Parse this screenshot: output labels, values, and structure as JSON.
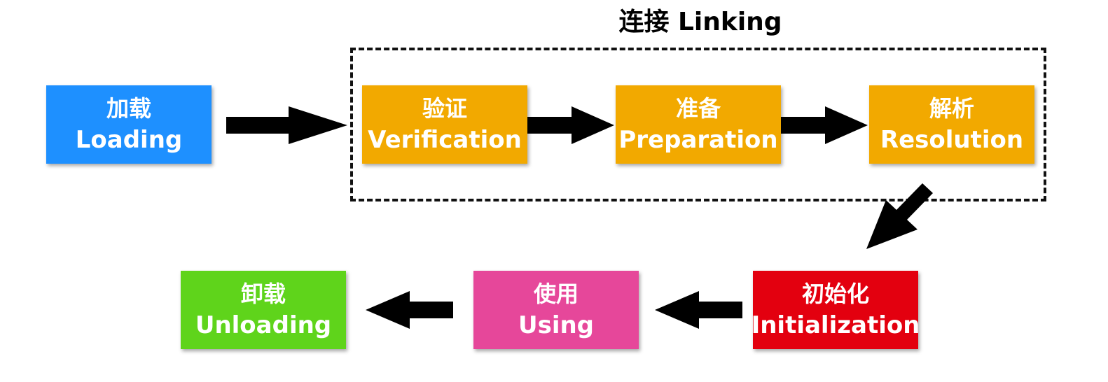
{
  "group": {
    "title": "连接 Linking"
  },
  "stages": {
    "loading": {
      "cn": "加载",
      "en": "Loading",
      "color": "#1e90ff"
    },
    "verification": {
      "cn": "验证",
      "en": "Verification",
      "color": "#f2a900"
    },
    "preparation": {
      "cn": "准备",
      "en": "Preparation",
      "color": "#f2a900"
    },
    "resolution": {
      "cn": "解析",
      "en": "Resolution",
      "color": "#f2a900"
    },
    "initialization": {
      "cn": "初始化",
      "en": "Initialization",
      "color": "#e3000f"
    },
    "using": {
      "cn": "使用",
      "en": "Using",
      "color": "#e6479a"
    },
    "unloading": {
      "cn": "卸载",
      "en": "Unloading",
      "color": "#5fd41b"
    }
  },
  "arrow_color": "#000000"
}
